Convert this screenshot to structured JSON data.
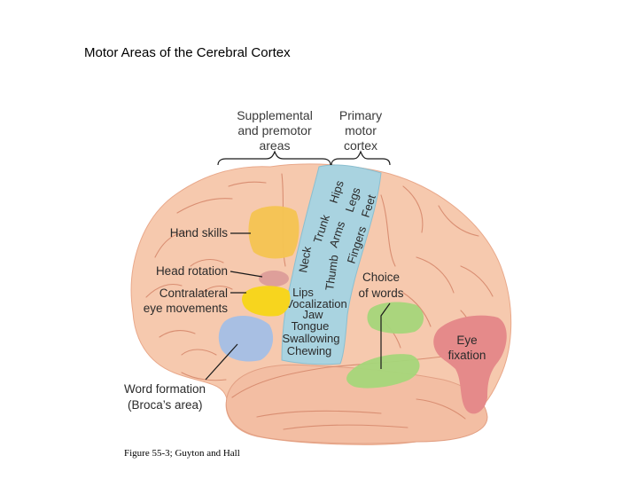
{
  "title": "Motor Areas of the Cerebral Cortex",
  "caption": "Figure 55-3; Guyton and Hall",
  "top_labels": {
    "supplemental": [
      "Supplemental",
      "and premotor",
      "areas"
    ],
    "primary": [
      "Primary",
      "motor",
      "cortex"
    ]
  },
  "strip_upper": [
    "Hips",
    "Legs",
    "Feet",
    "Trunk",
    "Arms",
    "Fingers",
    "Neck",
    "Thumb"
  ],
  "strip_lower": [
    "Lips",
    "Vocalization",
    "Jaw",
    "Tongue",
    "Swallowing",
    "Chewing"
  ],
  "left_labels": {
    "hand_skills": "Hand skills",
    "head_rotation": "Head rotation",
    "contralateral": [
      "Contralateral",
      "eye movements"
    ],
    "word_formation": [
      "Word formation",
      "(Broca’s area)"
    ]
  },
  "right_labels": {
    "choice": [
      "Choice",
      "of words"
    ],
    "eye_fixation": [
      "Eye",
      "fixation"
    ]
  },
  "colors": {
    "brain": "#f6c9ae",
    "gyrus_line": "#d98e72",
    "motor_strip": "#a9d3e0",
    "hand_skills": "#f4c451",
    "head_rotation": "#de9f9a",
    "eye_movements": "#f7d51e",
    "broca": "#a8bfe3",
    "choice_of_words": "#a5d67a",
    "eye_fixation": "#e58a8a"
  }
}
